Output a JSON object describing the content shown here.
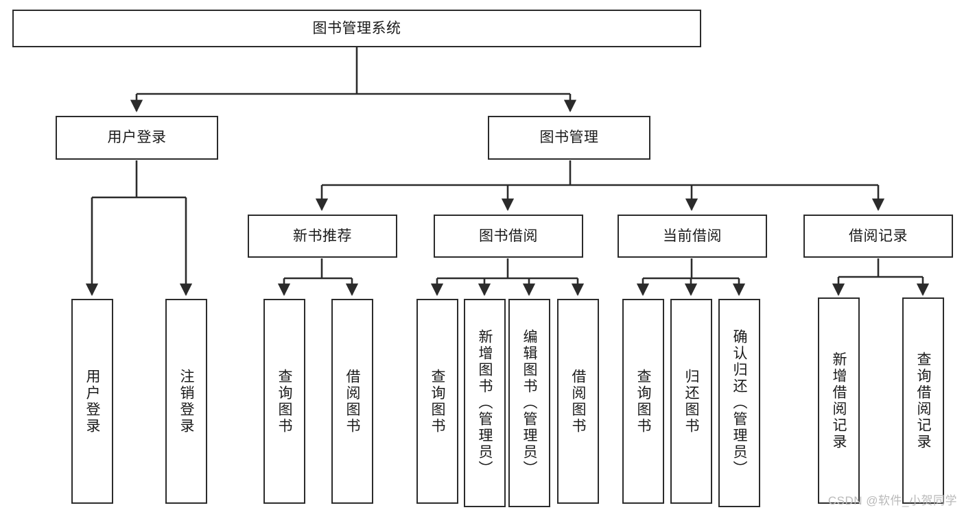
{
  "diagram": {
    "title": "图书管理系统",
    "watermark": "CSDN @软件_小贺同学",
    "line_color": "#2b2b2b",
    "box_fill": "#ffffff",
    "text_color": "#1a1a1a",
    "watermark_color": "#b9b9b9",
    "levels": {
      "root": {
        "label": "图书管理系统"
      },
      "level2": [
        {
          "id": "user-login",
          "label": "用户登录"
        },
        {
          "id": "book-management",
          "label": "图书管理"
        }
      ],
      "level3": [
        {
          "id": "new-book-recommend",
          "label": "新书推荐"
        },
        {
          "id": "book-borrow",
          "label": "图书借阅"
        },
        {
          "id": "current-borrow",
          "label": "当前借阅"
        },
        {
          "id": "borrow-record",
          "label": "借阅记录"
        }
      ],
      "leaves": {
        "user-login": [
          {
            "id": "leaf-user-login",
            "label": "用户登录"
          },
          {
            "id": "leaf-logout-login",
            "label": "注销登录"
          }
        ],
        "new-book-recommend": [
          {
            "id": "leaf-query-book-1",
            "label": "查询图书"
          },
          {
            "id": "leaf-borrow-book-1",
            "label": "借阅图书"
          }
        ],
        "book-borrow": [
          {
            "id": "leaf-query-book-2",
            "label": "查询图书"
          },
          {
            "id": "leaf-add-book",
            "label": "新增图书（管理员）"
          },
          {
            "id": "leaf-edit-book",
            "label": "编辑图书（管理员）"
          },
          {
            "id": "leaf-borrow-book-2",
            "label": "借阅图书"
          }
        ],
        "current-borrow": [
          {
            "id": "leaf-query-book-3",
            "label": "查询图书"
          },
          {
            "id": "leaf-return-book",
            "label": "归还图书"
          },
          {
            "id": "leaf-confirm-return",
            "label": "确认归还（管理员）"
          }
        ],
        "borrow-record": [
          {
            "id": "leaf-add-record",
            "label": "新增借阅记录"
          },
          {
            "id": "leaf-query-record",
            "label": "查询借阅记录"
          }
        ]
      }
    }
  }
}
